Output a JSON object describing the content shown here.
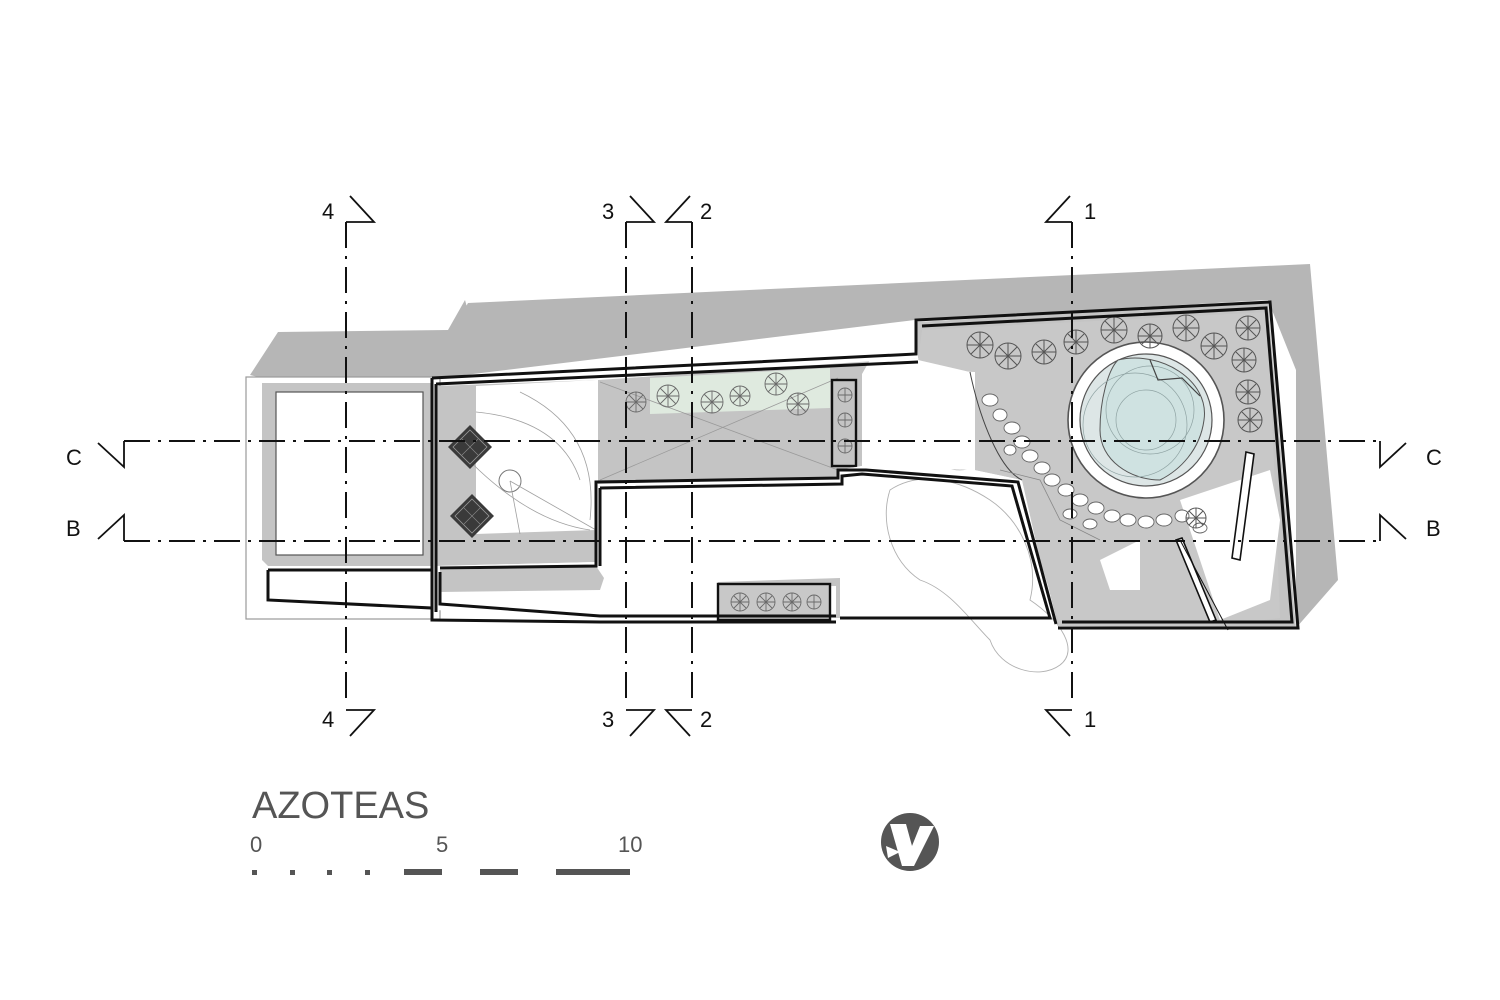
{
  "plan": {
    "title": "AZOTEAS",
    "sections": {
      "s4": "4",
      "s3": "3",
      "s2": "2",
      "s1": "1",
      "sC": "C",
      "sB": "B"
    },
    "scale": {
      "zero": "0",
      "five": "5",
      "ten": "10"
    }
  },
  "colors": {
    "shadow": "#b4b4b4",
    "interior_gray": "#c4c4c4",
    "wall": "#111111",
    "pool": "#cfe2e1",
    "planter_green": "#dfeadf",
    "logo": "#555555"
  },
  "icons": {
    "logo": "studio-logo-icon",
    "skylight": "skylight-grid-icon",
    "tree": "tree-symbol-icon"
  }
}
